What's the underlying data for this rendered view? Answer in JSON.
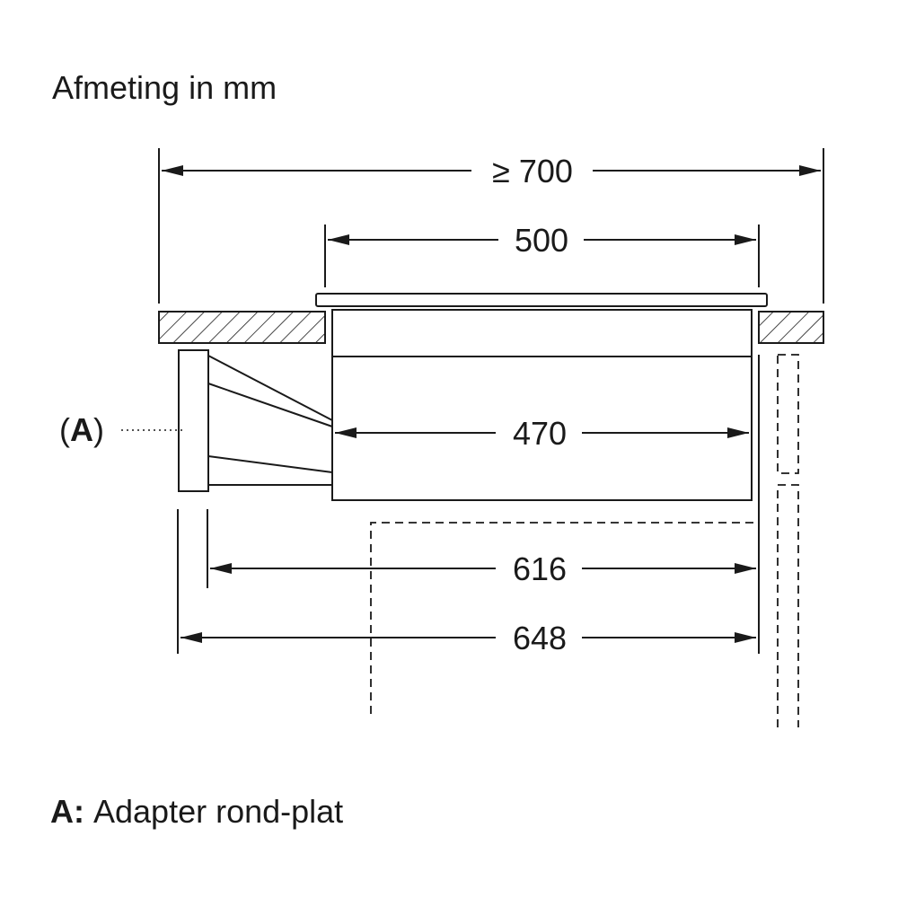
{
  "title": "Afmeting in mm",
  "dimensions": {
    "overall": "≥ 700",
    "cutout": "500",
    "body": "470",
    "depth1": "616",
    "depth2": "648"
  },
  "callout": {
    "label_prefix": "(",
    "label_letter": "A",
    "label_suffix": ")"
  },
  "legend": {
    "key": "A:",
    "text": "Adapter rond-plat"
  }
}
